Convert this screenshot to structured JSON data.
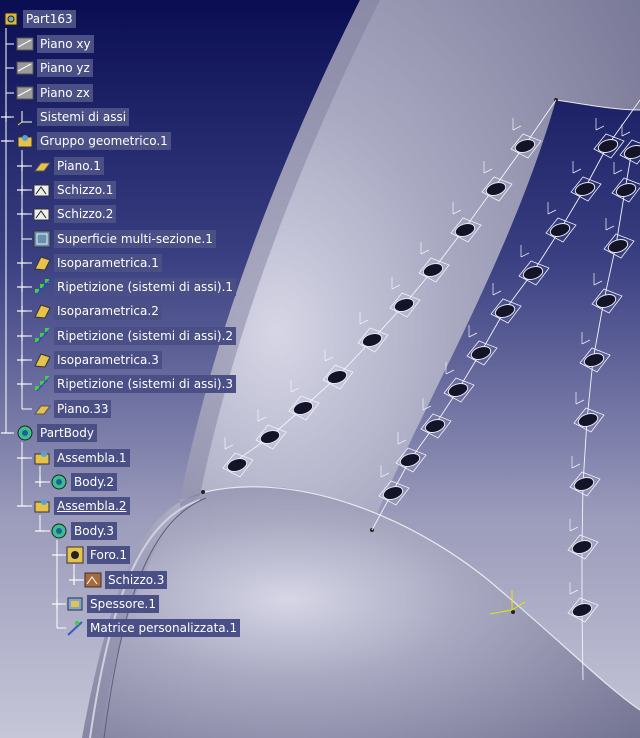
{
  "tree": {
    "root": {
      "label": "Part163"
    },
    "items": [
      {
        "label": "Piano xy",
        "icon": "plane-icon"
      },
      {
        "label": "Piano yz",
        "icon": "plane-icon"
      },
      {
        "label": "Piano zx",
        "icon": "plane-icon"
      },
      {
        "label": "Sistemi di assi",
        "icon": "axis-system-icon"
      },
      {
        "label": "Gruppo geometrico.1",
        "icon": "geometrical-set-icon"
      },
      {
        "label": "Piano.1",
        "icon": "plane-icon"
      },
      {
        "label": "Schizzo.1",
        "icon": "sketch-icon"
      },
      {
        "label": "Schizzo.2",
        "icon": "sketch-icon"
      },
      {
        "label": "Superficie multi-sezione.1",
        "icon": "multi-section-surface-icon"
      },
      {
        "label": "Isoparametrica.1",
        "icon": "isoparametric-icon"
      },
      {
        "label": "Ripetizione (sistemi di assi).1",
        "icon": "repetition-icon"
      },
      {
        "label": "Isoparametrica.2",
        "icon": "isoparametric-icon"
      },
      {
        "label": "Ripetizione (sistemi di assi).2",
        "icon": "repetition-icon"
      },
      {
        "label": "Isoparametrica.3",
        "icon": "isoparametric-icon"
      },
      {
        "label": "Ripetizione (sistemi di assi).3",
        "icon": "repetition-icon"
      },
      {
        "label": "Piano.33",
        "icon": "plane-icon"
      },
      {
        "label": "PartBody",
        "icon": "body-icon"
      },
      {
        "label": "Assembla.1",
        "icon": "assemble-icon"
      },
      {
        "label": "Body.2",
        "icon": "body-icon"
      },
      {
        "label": "Assembla.2",
        "icon": "assemble-icon"
      },
      {
        "label": "Body.3",
        "icon": "body-icon"
      },
      {
        "label": "Foro.1",
        "icon": "hole-icon"
      },
      {
        "label": "Schizzo.3",
        "icon": "sketch-icon"
      },
      {
        "label": "Spessore.1",
        "icon": "thickness-icon"
      },
      {
        "label": "Matrice personalizzata.1",
        "icon": "user-pattern-icon"
      }
    ]
  },
  "viewport": {
    "background_top": "#0b0f5a",
    "background_bottom": "#b4b4cc",
    "surface_color": "#8e8ea9",
    "highlight_color": "#4a4f86"
  }
}
